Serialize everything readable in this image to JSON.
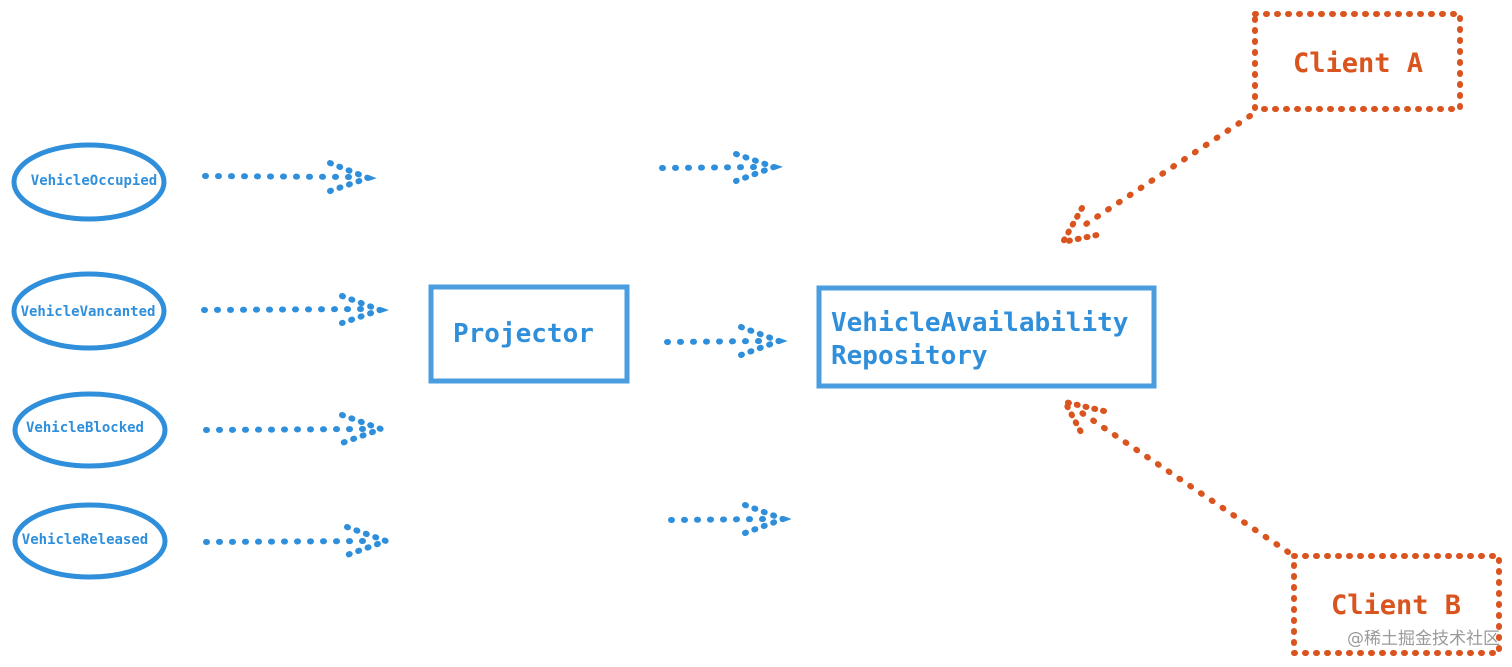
{
  "colors": {
    "event_blue": "#2f8fdb",
    "client_orange": "#d9541e",
    "watermark_gray": "#9a9a9a"
  },
  "events": [
    {
      "id": "vehicle-occupied",
      "label": "VehicleOccupied"
    },
    {
      "id": "vehicle-vancanted",
      "label": "VehicleVancanted"
    },
    {
      "id": "vehicle-blocked",
      "label": "VehicleBlocked"
    },
    {
      "id": "vehicle-released",
      "label": "VehicleReleased"
    }
  ],
  "projector": {
    "label": "Projector"
  },
  "repository": {
    "line1": "VehicleAvailability",
    "line2": "Repository"
  },
  "clients": [
    {
      "id": "client-a",
      "label": "Client A"
    },
    {
      "id": "client-b",
      "label": "Client B"
    }
  ],
  "watermark": "@稀土掘金技术社区"
}
